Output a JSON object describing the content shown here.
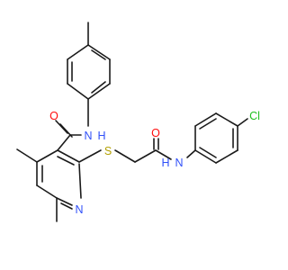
{
  "molecule": {
    "atom_labels": {
      "amide_oxygen_upper": "O",
      "amide_nh_upper": "N",
      "amide_nh_upper_h": "H",
      "pyridine_nitrogen": "N",
      "thioether_sulfur": "S",
      "amide_oxygen_lower": "O",
      "amide_nh_lower": "N",
      "amide_nh_lower_h": "H",
      "chlorine": "Cl"
    },
    "element_colors": {
      "oxygen": "#ff0d0d",
      "nitrogen": "#3050f8",
      "sulfur": "#b2a000",
      "chlorine": "#1fbf1f",
      "carbon": "#1a1a1a"
    }
  }
}
